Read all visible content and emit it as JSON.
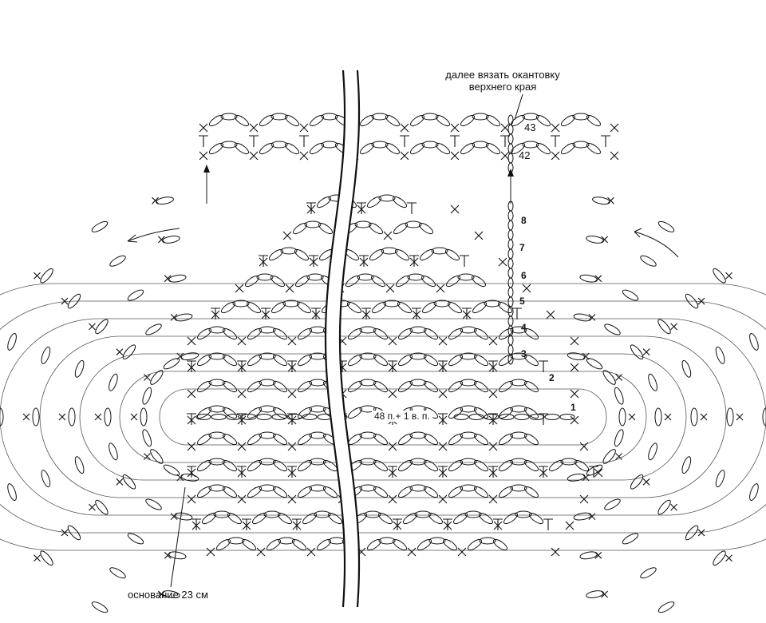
{
  "annotations": {
    "top_note_line1": "далее вязать окантовку",
    "top_note_line2": "верхнего края",
    "base_label": "основание 23 см",
    "chain_label": "48 п.+ 1 в. п."
  },
  "row_numbers": [
    "1",
    "2",
    "3",
    "4",
    "5",
    "6",
    "7",
    "8",
    "42",
    "43"
  ],
  "colors": {
    "ink": "#111111",
    "background": "#ffffff"
  }
}
